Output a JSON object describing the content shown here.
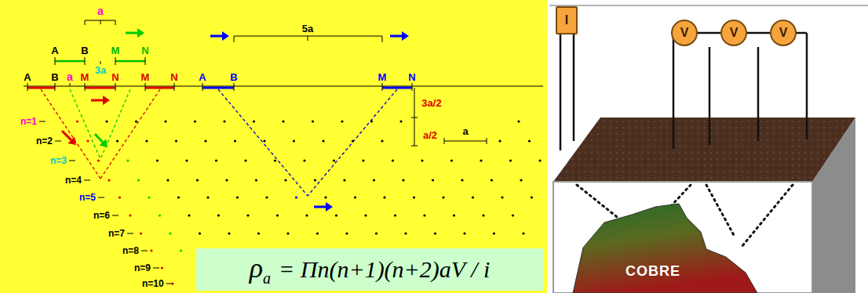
{
  "diagram": {
    "nodes": [
      {
        "text": [
          "ρ",
          "a",
          "= Πn(n+1)(n+2)aV / i"
        ]
      },
      {
        "text": [
          "I"
        ]
      },
      {
        "text": [
          "V"
        ]
      },
      {
        "text": [
          "V"
        ]
      },
      {
        "text": [
          "V"
        ]
      },
      {
        "text": [
          "COBRE"
        ]
      }
    ],
    "labels": [
      "a",
      "A",
      "B",
      "M",
      "N",
      "3a",
      "A",
      "B",
      "a",
      "M",
      "N",
      "M",
      "N",
      "A",
      "B",
      "5a",
      "M",
      "N",
      "3a/2",
      "a/2",
      "a",
      "n=1",
      "n=2",
      "n=3",
      "n=4",
      "n=5",
      "n=6",
      "n=7",
      "n=8",
      "n=9",
      "n=10"
    ]
  }
}
